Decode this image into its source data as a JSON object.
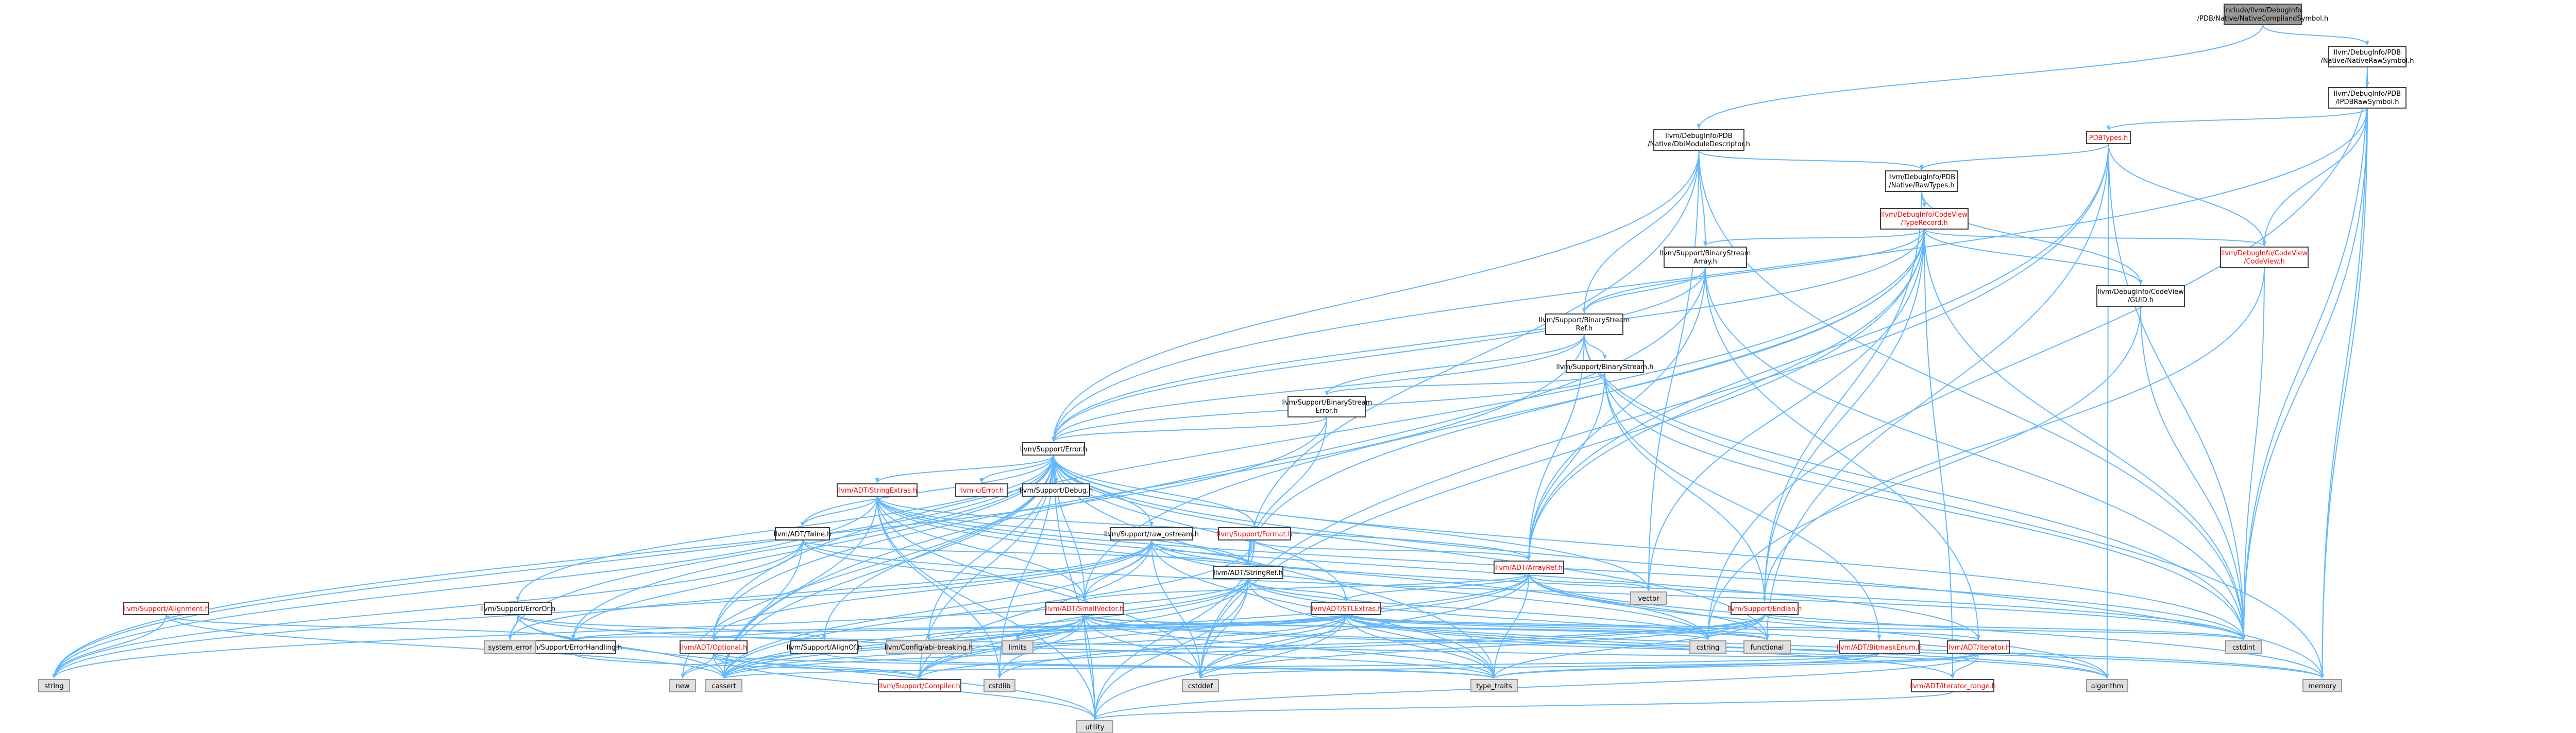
{
  "colors": {
    "node_fill": "#ffffff",
    "node_border": "#404040",
    "external_fill": "#e0e0e0",
    "external_border": "#999999",
    "root_fill": "#999999",
    "red_text": "#ff0000",
    "edge": "#63b8ff",
    "edge_dark": "#404040"
  },
  "nodes": [
    {
      "id": "root",
      "kind": "root",
      "lines": [
        "include/llvm/DebugInfo",
        "/PDB/Native/NativeCompilandSymbol.h"
      ]
    },
    {
      "id": "nrs",
      "kind": "normal",
      "lines": [
        "llvm/DebugInfo/PDB",
        "/Native/NativeRawSymbol.h"
      ]
    },
    {
      "id": "ipdb",
      "kind": "normal",
      "lines": [
        "llvm/DebugInfo/PDB",
        "/IPDBRawSymbol.h"
      ]
    },
    {
      "id": "dbimd",
      "kind": "normal",
      "lines": [
        "llvm/DebugInfo/PDB",
        "/Native/DbiModuleDescriptor.h"
      ]
    },
    {
      "id": "pdbtypes",
      "kind": "red",
      "lines": [
        "PDBTypes.h"
      ]
    },
    {
      "id": "rawtypes",
      "kind": "normal",
      "lines": [
        "llvm/DebugInfo/PDB",
        "/Native/RawTypes.h"
      ]
    },
    {
      "id": "typerec",
      "kind": "red",
      "lines": [
        "llvm/DebugInfo/CodeView",
        "/TypeRecord.h"
      ]
    },
    {
      "id": "codeview",
      "kind": "red",
      "lines": [
        "llvm/DebugInfo/CodeView",
        "/CodeView.h"
      ]
    },
    {
      "id": "guid",
      "kind": "normal",
      "lines": [
        "llvm/DebugInfo/CodeView",
        "/GUID.h"
      ]
    },
    {
      "id": "bsarray",
      "kind": "normal",
      "lines": [
        "llvm/Support/BinaryStream",
        "Array.h"
      ]
    },
    {
      "id": "bsref",
      "kind": "normal",
      "lines": [
        "llvm/Support/BinaryStream",
        "Ref.h"
      ]
    },
    {
      "id": "bstream",
      "kind": "normal",
      "lines": [
        "llvm/Support/BinaryStream.h"
      ]
    },
    {
      "id": "bserror",
      "kind": "normal",
      "lines": [
        "llvm/Support/BinaryStream",
        "Error.h"
      ]
    },
    {
      "id": "error",
      "kind": "normal",
      "lines": [
        "llvm/Support/Error.h"
      ]
    },
    {
      "id": "stringextras",
      "kind": "red",
      "lines": [
        "llvm/ADT/StringExtras.h"
      ]
    },
    {
      "id": "cerror",
      "kind": "red",
      "lines": [
        "llvm-c/Error.h"
      ]
    },
    {
      "id": "debug",
      "kind": "normal",
      "lines": [
        "llvm/Support/Debug.h"
      ]
    },
    {
      "id": "rawostream",
      "kind": "normal",
      "lines": [
        "llvm/Support/raw_ostream.h"
      ]
    },
    {
      "id": "format",
      "kind": "red",
      "lines": [
        "llvm/Support/Format.h"
      ]
    },
    {
      "id": "twine",
      "kind": "normal",
      "lines": [
        "llvm/ADT/Twine.h"
      ]
    },
    {
      "id": "stringref",
      "kind": "normal",
      "lines": [
        "llvm/ADT/StringRef.h"
      ]
    },
    {
      "id": "arrayref",
      "kind": "red",
      "lines": [
        "llvm/ADT/ArrayRef.h"
      ]
    },
    {
      "id": "smallvector",
      "kind": "red",
      "lines": [
        "llvm/ADT/SmallVector.h"
      ]
    },
    {
      "id": "stlextras",
      "kind": "red",
      "lines": [
        "llvm/ADT/STLExtras.h"
      ]
    },
    {
      "id": "endian",
      "kind": "red",
      "lines": [
        "llvm/Support/Endian.h"
      ]
    },
    {
      "id": "alignment",
      "kind": "red",
      "lines": [
        "llvm/Support/Alignment.h"
      ]
    },
    {
      "id": "erroror",
      "kind": "normal",
      "lines": [
        "llvm/Support/ErrorOr.h"
      ]
    },
    {
      "id": "optional",
      "kind": "red",
      "lines": [
        "llvm/ADT/Optional.h"
      ]
    },
    {
      "id": "alignof",
      "kind": "normal",
      "lines": [
        "llvm/Support/AlignOf.h"
      ]
    },
    {
      "id": "errhandling",
      "kind": "normal",
      "lines": [
        "llvm/Support/ErrorHandling.h"
      ]
    },
    {
      "id": "abibreak",
      "kind": "external",
      "lines": [
        "llvm/Config/abi-breaking.h"
      ]
    },
    {
      "id": "bitmask",
      "kind": "red",
      "lines": [
        "llvm/ADT/BitmaskEnum.h"
      ]
    },
    {
      "id": "iterator",
      "kind": "red",
      "lines": [
        "llvm/ADT/iterator.h"
      ]
    },
    {
      "id": "itrange",
      "kind": "red",
      "lines": [
        "llvm/ADT/iterator_range.h"
      ]
    },
    {
      "id": "compiler",
      "kind": "red",
      "lines": [
        "llvm/Support/Compiler.h"
      ]
    },
    {
      "id": "vector",
      "kind": "external",
      "lines": [
        "vector"
      ]
    },
    {
      "id": "cstring",
      "kind": "external",
      "lines": [
        "cstring"
      ]
    },
    {
      "id": "functional",
      "kind": "external",
      "lines": [
        "functional"
      ]
    },
    {
      "id": "cstdint",
      "kind": "external",
      "lines": [
        "cstdint"
      ]
    },
    {
      "id": "memory",
      "kind": "external",
      "lines": [
        "memory"
      ]
    },
    {
      "id": "algorithm",
      "kind": "external",
      "lines": [
        "algorithm"
      ]
    },
    {
      "id": "limits",
      "kind": "external",
      "lines": [
        "limits"
      ]
    },
    {
      "id": "cstddef",
      "kind": "external",
      "lines": [
        "cstddef"
      ]
    },
    {
      "id": "typetraits",
      "kind": "external",
      "lines": [
        "type_traits"
      ]
    },
    {
      "id": "utility",
      "kind": "external",
      "lines": [
        "utility"
      ]
    },
    {
      "id": "cassert",
      "kind": "external",
      "lines": [
        "cassert"
      ]
    },
    {
      "id": "new",
      "kind": "external",
      "lines": [
        "new"
      ]
    },
    {
      "id": "string",
      "kind": "external",
      "lines": [
        "string"
      ]
    },
    {
      "id": "systemerror",
      "kind": "external",
      "lines": [
        "system_error"
      ]
    },
    {
      "id": "cstdlib",
      "kind": "external",
      "lines": [
        "cstdlib"
      ]
    }
  ],
  "edges": [
    [
      "root",
      "nrs"
    ],
    [
      "root",
      "dbimd"
    ],
    [
      "nrs",
      "ipdb"
    ],
    [
      "nrs",
      "cstdint"
    ],
    [
      "nrs",
      "memory"
    ],
    [
      "nrs",
      "cstring"
    ],
    [
      "ipdb",
      "pdbtypes"
    ],
    [
      "ipdb",
      "codeview"
    ],
    [
      "ipdb",
      "cstdint"
    ],
    [
      "ipdb",
      "memory"
    ],
    [
      "ipdb",
      "error"
    ],
    [
      "dbimd",
      "rawtypes"
    ],
    [
      "dbimd",
      "bsarray"
    ],
    [
      "dbimd",
      "bsref"
    ],
    [
      "dbimd",
      "error"
    ],
    [
      "dbimd",
      "cstdint"
    ],
    [
      "dbimd",
      "stringref"
    ],
    [
      "dbimd",
      "vector"
    ],
    [
      "pdbtypes",
      "rawtypes"
    ],
    [
      "pdbtypes",
      "codeview"
    ],
    [
      "pdbtypes",
      "cstdint"
    ],
    [
      "pdbtypes",
      "algorithm"
    ],
    [
      "pdbtypes",
      "cstddef"
    ],
    [
      "pdbtypes",
      "functional"
    ],
    [
      "pdbtypes",
      "arrayref"
    ],
    [
      "rawtypes",
      "typerec"
    ],
    [
      "rawtypes",
      "guid"
    ],
    [
      "rawtypes",
      "endian"
    ],
    [
      "typerec",
      "codeview"
    ],
    [
      "typerec",
      "guid"
    ],
    [
      "typerec",
      "bsarray"
    ],
    [
      "typerec",
      "arrayref"
    ],
    [
      "typerec",
      "endian"
    ],
    [
      "typerec",
      "stringref"
    ],
    [
      "typerec",
      "optional"
    ],
    [
      "typerec",
      "cstdint"
    ],
    [
      "typerec",
      "vector"
    ],
    [
      "typerec",
      "bsref"
    ],
    [
      "typerec",
      "smallvector"
    ],
    [
      "typerec",
      "itrange"
    ],
    [
      "typerec",
      "error"
    ],
    [
      "typerec",
      "cstddef"
    ],
    [
      "codeview",
      "cstdint"
    ],
    [
      "codeview",
      "type_traits"
    ],
    [
      "codeview",
      "endian"
    ],
    [
      "guid",
      "cstdint"
    ],
    [
      "guid",
      "cstring"
    ],
    [
      "bsarray",
      "arrayref"
    ],
    [
      "bsarray",
      "bsref"
    ],
    [
      "bsarray",
      "iterator"
    ],
    [
      "bsarray",
      "error"
    ],
    [
      "bsarray",
      "cassert"
    ],
    [
      "bsarray",
      "cstdint"
    ],
    [
      "bsref",
      "arrayref"
    ],
    [
      "bsref",
      "bstream"
    ],
    [
      "bsref",
      "bserror"
    ],
    [
      "bsref",
      "error"
    ],
    [
      "bsref",
      "cstdint"
    ],
    [
      "bsref",
      "memory"
    ],
    [
      "bsref",
      "optional"
    ],
    [
      "bstream",
      "arrayref"
    ],
    [
      "bstream",
      "bitmask"
    ],
    [
      "bstream",
      "bserror"
    ],
    [
      "bstream",
      "error"
    ],
    [
      "bstream",
      "endian"
    ],
    [
      "bstream",
      "cstdint"
    ],
    [
      "bserror",
      "stringref"
    ],
    [
      "bserror",
      "error"
    ],
    [
      "bserror",
      "string"
    ],
    [
      "error",
      "cerror"
    ],
    [
      "error",
      "stringextras"
    ],
    [
      "error",
      "twine"
    ],
    [
      "error",
      "abibreak"
    ],
    [
      "error",
      "alignof"
    ],
    [
      "error",
      "compiler"
    ],
    [
      "error",
      "debug"
    ],
    [
      "error",
      "errhandling"
    ],
    [
      "error",
      "erroror"
    ],
    [
      "error",
      "format"
    ],
    [
      "error",
      "rawostream"
    ],
    [
      "error",
      "cassert"
    ],
    [
      "error",
      "cstdint"
    ],
    [
      "error",
      "cstdlib"
    ],
    [
      "error",
      "functional"
    ],
    [
      "error",
      "memory"
    ],
    [
      "error",
      "new"
    ],
    [
      "error",
      "string"
    ],
    [
      "error",
      "systemerror"
    ],
    [
      "error",
      "typetraits"
    ],
    [
      "error",
      "utility"
    ],
    [
      "error",
      "vector"
    ],
    [
      "error",
      "stlextras"
    ],
    [
      "error",
      "smallvector"
    ],
    [
      "stringextras",
      "arrayref"
    ],
    [
      "stringextras",
      "smallvector"
    ],
    [
      "stringextras",
      "stringref"
    ],
    [
      "stringextras",
      "twine"
    ],
    [
      "stringextras",
      "cassert"
    ],
    [
      "stringextras",
      "cstddef"
    ],
    [
      "stringextras",
      "cstdint"
    ],
    [
      "stringextras",
      "cstdlib"
    ],
    [
      "stringextras",
      "cstring"
    ],
    [
      "stringextras",
      "iterator"
    ],
    [
      "stringextras",
      "string"
    ],
    [
      "stringextras",
      "utility"
    ],
    [
      "rawostream",
      "stringref"
    ],
    [
      "rawostream",
      "compiler"
    ],
    [
      "rawostream",
      "cassert"
    ],
    [
      "rawostream",
      "cstddef"
    ],
    [
      "rawostream",
      "cstdint"
    ],
    [
      "rawostream",
      "cstring"
    ],
    [
      "rawostream",
      "optional"
    ],
    [
      "rawostream",
      "string"
    ],
    [
      "rawostream",
      "systemerror"
    ],
    [
      "rawostream",
      "typetraits"
    ],
    [
      "rawostream",
      "smallvector"
    ],
    [
      "format",
      "arrayref"
    ],
    [
      "format",
      "stringref"
    ],
    [
      "format",
      "cassert"
    ],
    [
      "format",
      "cstdio"
    ],
    [
      "format",
      "tuple"
    ],
    [
      "format",
      "utility"
    ],
    [
      "twine",
      "smallvector"
    ],
    [
      "twine",
      "stringref"
    ],
    [
      "twine",
      "errhandling"
    ],
    [
      "twine",
      "cassert"
    ],
    [
      "twine",
      "cstdint"
    ],
    [
      "twine",
      "string"
    ],
    [
      "stringref",
      "stlextras"
    ],
    [
      "stringref",
      "compiler"
    ],
    [
      "stringref",
      "algorithm"
    ],
    [
      "stringref",
      "cassert"
    ],
    [
      "stringref",
      "cstddef"
    ],
    [
      "stringref",
      "cstring"
    ],
    [
      "stringref",
      "limits"
    ],
    [
      "stringref",
      "string"
    ],
    [
      "stringref",
      "typetraits"
    ],
    [
      "stringref",
      "utility"
    ],
    [
      "arrayref",
      "smallvector"
    ],
    [
      "arrayref",
      "stlextras"
    ],
    [
      "arrayref",
      "compiler"
    ],
    [
      "arrayref",
      "algorithm"
    ],
    [
      "arrayref",
      "cassert"
    ],
    [
      "arrayref",
      "cstddef"
    ],
    [
      "arrayref",
      "functional"
    ],
    [
      "arrayref",
      "memory"
    ],
    [
      "arrayref",
      "typetraits"
    ],
    [
      "arrayref",
      "vector"
    ],
    [
      "smallvector",
      "compiler"
    ],
    [
      "smallvector",
      "typetraits"
    ],
    [
      "smallvector",
      "algorithm"
    ],
    [
      "smallvector",
      "cassert"
    ],
    [
      "smallvector",
      "cstddef"
    ],
    [
      "smallvector",
      "cstdlib"
    ],
    [
      "smallvector",
      "cstring"
    ],
    [
      "smallvector",
      "functional"
    ],
    [
      "smallvector",
      "limits"
    ],
    [
      "smallvector",
      "memory"
    ],
    [
      "smallvector",
      "new"
    ],
    [
      "smallvector",
      "utility"
    ],
    [
      "stlextras",
      "optional"
    ],
    [
      "stlextras",
      "iterator"
    ],
    [
      "stlextras",
      "itrange"
    ],
    [
      "stlextras",
      "errhandling"
    ],
    [
      "stlextras",
      "abibreak"
    ],
    [
      "stlextras",
      "algorithm"
    ],
    [
      "stlextras",
      "cassert"
    ],
    [
      "stlextras",
      "cstddef"
    ],
    [
      "stlextras",
      "cstdint"
    ],
    [
      "stlextras",
      "cstdlib"
    ],
    [
      "stlextras",
      "functional"
    ],
    [
      "stlextras",
      "limits"
    ],
    [
      "stlextras",
      "memory"
    ],
    [
      "stlextras",
      "typetraits"
    ],
    [
      "stlextras",
      "utility"
    ],
    [
      "endian",
      "compiler"
    ],
    [
      "endian",
      "cassert"
    ],
    [
      "endian",
      "cstddef"
    ],
    [
      "endian",
      "cstdint"
    ],
    [
      "endian",
      "cstring"
    ],
    [
      "endian",
      "typetraits"
    ],
    [
      "alignment",
      "errhandling"
    ],
    [
      "alignment",
      "cassert"
    ],
    [
      "alignment",
      "string"
    ],
    [
      "erroror",
      "alignof"
    ],
    [
      "erroror",
      "cassert"
    ],
    [
      "erroror",
      "systemerror"
    ],
    [
      "erroror",
      "typetraits"
    ],
    [
      "erroror",
      "utility"
    ],
    [
      "optional",
      "compiler"
    ],
    [
      "optional",
      "typetraits"
    ],
    [
      "optional",
      "cassert"
    ],
    [
      "optional",
      "new"
    ],
    [
      "optional",
      "utility"
    ],
    [
      "alignof",
      "typetraits"
    ],
    [
      "errhandling",
      "compiler"
    ],
    [
      "bitmask",
      "typetraits"
    ],
    [
      "bitmask",
      "errhandling"
    ],
    [
      "bitmask",
      "cassert"
    ],
    [
      "iterator",
      "itrange"
    ],
    [
      "iterator",
      "cstddef"
    ],
    [
      "iterator",
      "typetraits"
    ],
    [
      "iterator",
      "utility"
    ],
    [
      "itrange",
      "utility"
    ]
  ]
}
